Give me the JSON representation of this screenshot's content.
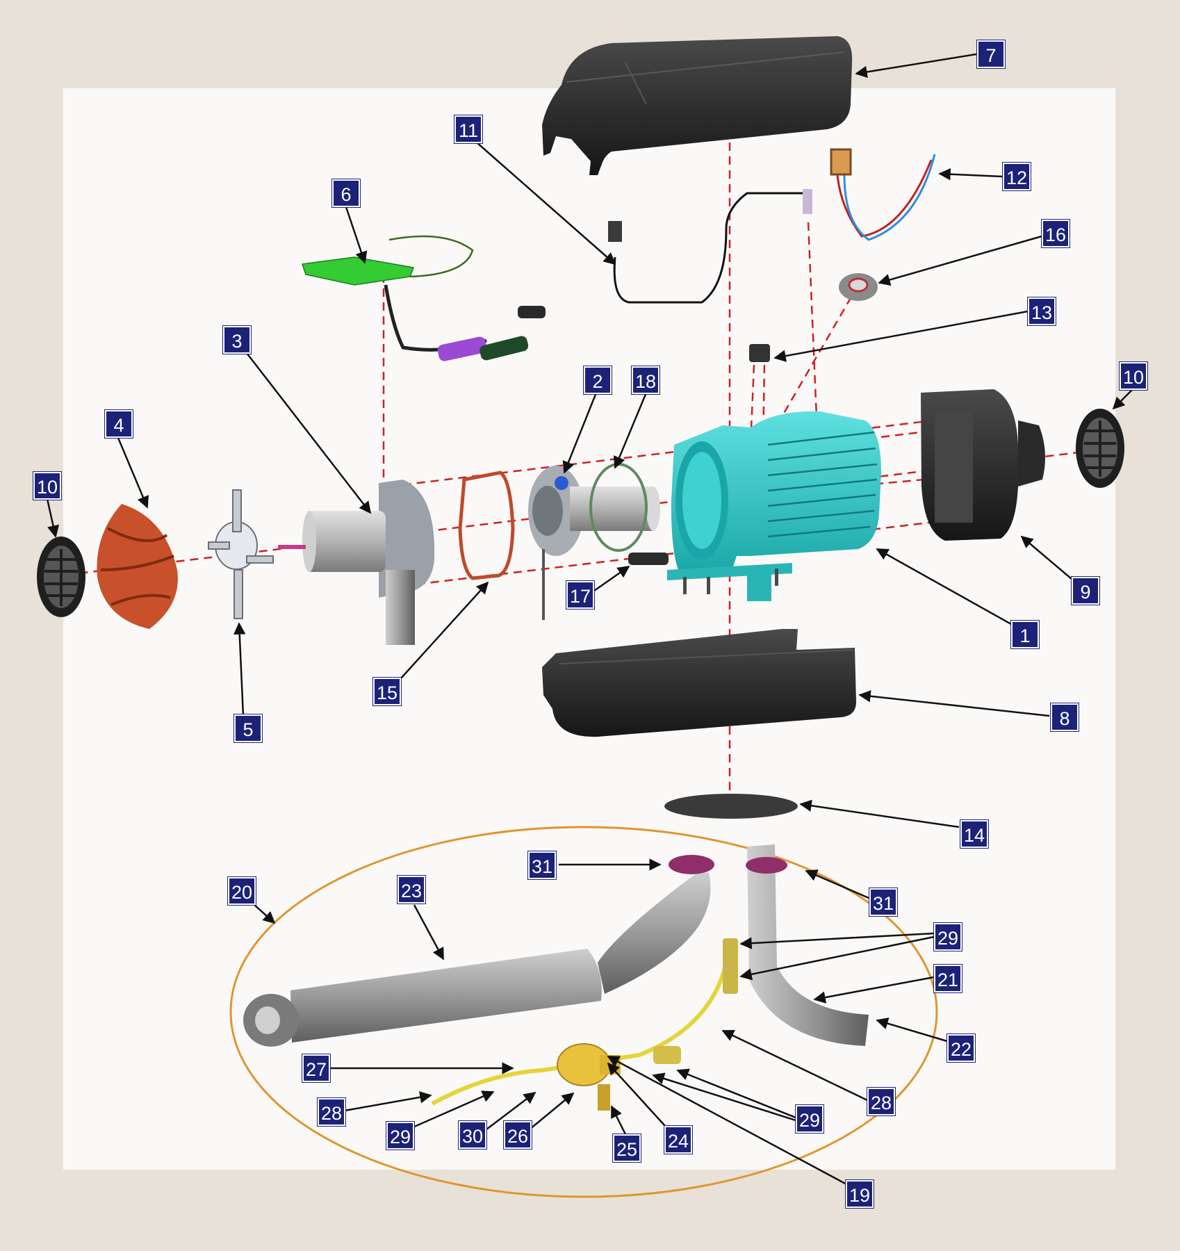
{
  "colors": {
    "background": "#e7e1d8",
    "panel": "#fbf9f8",
    "callout_fill": "#1c2277",
    "callout_text": "#ffffff",
    "guide_line": "#d11f1f",
    "leader": "#111111",
    "exhaust_group_outline": "#e0952e",
    "heat_exchanger": "#2ec4c4",
    "fan_impeller": "#c8502a",
    "control_board": "#33cc33",
    "fuel_line": "#e5d43a",
    "housing": "#2a2a2a",
    "pipe": "#9a9a9a",
    "clamp": "#8e2f6a"
  },
  "diagram": {
    "type": "exploded parts diagram",
    "callouts": [
      {
        "id": "c7",
        "label": "7"
      },
      {
        "id": "c11",
        "label": "11"
      },
      {
        "id": "c12",
        "label": "12"
      },
      {
        "id": "c6",
        "label": "6"
      },
      {
        "id": "c16",
        "label": "16"
      },
      {
        "id": "c13",
        "label": "13"
      },
      {
        "id": "c3",
        "label": "3"
      },
      {
        "id": "c2",
        "label": "2"
      },
      {
        "id": "c18",
        "label": "18"
      },
      {
        "id": "c10r",
        "label": "10"
      },
      {
        "id": "c4",
        "label": "4"
      },
      {
        "id": "c10l",
        "label": "10"
      },
      {
        "id": "c17",
        "label": "17"
      },
      {
        "id": "c9",
        "label": "9"
      },
      {
        "id": "c1",
        "label": "1"
      },
      {
        "id": "c15",
        "label": "15"
      },
      {
        "id": "c5",
        "label": "5"
      },
      {
        "id": "c8",
        "label": "8"
      },
      {
        "id": "c14",
        "label": "14"
      },
      {
        "id": "c31a",
        "label": "31"
      },
      {
        "id": "c20",
        "label": "20"
      },
      {
        "id": "c23",
        "label": "23"
      },
      {
        "id": "c31b",
        "label": "31"
      },
      {
        "id": "c29a",
        "label": "29"
      },
      {
        "id": "c21",
        "label": "21"
      },
      {
        "id": "c22",
        "label": "22"
      },
      {
        "id": "c27",
        "label": "27"
      },
      {
        "id": "c28b",
        "label": "28"
      },
      {
        "id": "c28a",
        "label": "28"
      },
      {
        "id": "c29b",
        "label": "29"
      },
      {
        "id": "c29c",
        "label": "29"
      },
      {
        "id": "c30",
        "label": "30"
      },
      {
        "id": "c26",
        "label": "26"
      },
      {
        "id": "c25",
        "label": "25"
      },
      {
        "id": "c24",
        "label": "24"
      },
      {
        "id": "c19",
        "label": "19"
      }
    ]
  }
}
